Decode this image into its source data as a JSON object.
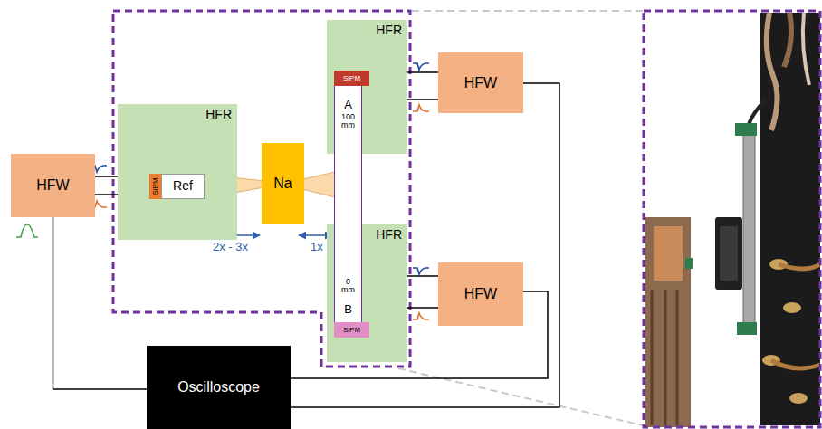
{
  "diagram": {
    "nodes": [
      {
        "text": [
          "HFW"
        ]
      },
      {
        "text": [
          "HFR"
        ]
      },
      {
        "text": [
          "SiPM"
        ],
        "in": 1
      },
      {
        "text": [
          "Ref"
        ],
        "in": 1
      },
      {
        "text": [
          "Na"
        ]
      },
      {
        "text": [
          "HFR"
        ]
      },
      {
        "text": [
          "HFR"
        ]
      },
      {
        "text": [
          "A",
          "100 mm",
          "0 mm",
          "B"
        ]
      },
      {
        "text": [
          "SiPM"
        ],
        "in": 7
      },
      {
        "text": [
          "SiPM"
        ],
        "in": 7
      },
      {
        "text": [
          "HFW"
        ]
      },
      {
        "text": [
          "HFW"
        ]
      },
      {
        "text": [
          "Oscilloscope"
        ]
      }
    ],
    "edges": [
      {
        "from": 1,
        "to": 0,
        "arrow": "none"
      },
      {
        "from": 1,
        "to": 0,
        "arrow": "none"
      },
      {
        "from": 5,
        "to": 10,
        "arrow": "none"
      },
      {
        "from": 5,
        "to": 10,
        "arrow": "none"
      },
      {
        "from": 6,
        "to": 11,
        "arrow": "none"
      },
      {
        "from": 6,
        "to": 11,
        "arrow": "none"
      },
      {
        "from": 0,
        "to": 12,
        "arrow": "none"
      },
      {
        "from": 10,
        "to": 12,
        "arrow": "none"
      },
      {
        "from": 11,
        "to": 12,
        "arrow": "none"
      }
    ],
    "labels": [
      "2x - 3x",
      "1x"
    ]
  }
}
